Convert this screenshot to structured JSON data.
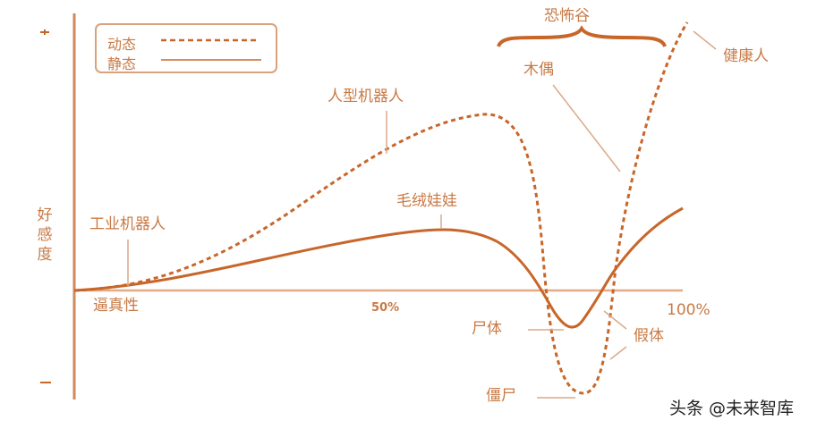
{
  "chart_data": {
    "type": "line",
    "title": "恐怖谷",
    "xlabel": "逼真性",
    "ylabel": "好感度",
    "x_ticks": [
      "50%",
      "100%"
    ],
    "y_ticks": [
      "+",
      "-"
    ],
    "xlim": [
      0,
      100
    ],
    "ylim": [
      -1,
      1
    ],
    "grid": false,
    "legend_position": "top-left",
    "series": [
      {
        "name": "动态",
        "style": "dashed",
        "x": [
          0,
          10,
          20,
          30,
          40,
          50,
          60,
          68,
          72,
          75,
          78,
          82,
          85,
          88,
          91,
          95,
          100
        ],
        "values": [
          0,
          0.03,
          0.1,
          0.2,
          0.34,
          0.5,
          0.6,
          0.66,
          0.55,
          0.1,
          -0.6,
          -0.88,
          -0.9,
          -0.6,
          0.1,
          0.6,
          1.0
        ]
      },
      {
        "name": "静态",
        "style": "solid",
        "x": [
          0,
          10,
          20,
          30,
          40,
          50,
          60,
          65,
          70,
          75,
          78,
          82,
          85,
          88,
          92,
          96,
          100
        ],
        "values": [
          0,
          0.02,
          0.06,
          0.12,
          0.17,
          0.21,
          0.23,
          0.22,
          0.15,
          0.03,
          -0.1,
          -0.3,
          -0.35,
          -0.25,
          0,
          0.18,
          0.32
        ]
      }
    ],
    "annotations": [
      {
        "text": "工业机器人",
        "x": 8,
        "y": 0.03
      },
      {
        "text": "人型机器人",
        "x": 51,
        "y": 0.5
      },
      {
        "text": "毛绒娃娃",
        "x": 61,
        "y": 0.23
      },
      {
        "text": "木偶",
        "x": 88,
        "y": 0.5
      },
      {
        "text": "恐怖谷",
        "x": 78,
        "y": 1.0
      },
      {
        "text": "健康人",
        "x": 100,
        "y": 1.0
      },
      {
        "text": "尸体",
        "x": 81,
        "y": -0.35
      },
      {
        "text": "假体",
        "x": 88,
        "y": -0.2
      },
      {
        "text": "僵尸",
        "x": 82,
        "y": -0.9
      }
    ]
  },
  "legend": {
    "dynamic": "动态",
    "static": "静态"
  },
  "axes": {
    "ylabel_chars": [
      "好",
      "感",
      "度"
    ],
    "xlabel": "逼真性",
    "tick_50": "50%",
    "tick_100": "100%",
    "y_plus": "+",
    "y_minus": "-"
  },
  "labels": {
    "industrial_robot": "工业机器人",
    "humanoid_robot": "人型机器人",
    "stuffed_animal": "毛绒娃娃",
    "bunraku_puppet": "木偶",
    "uncanny_valley": "恐怖谷",
    "healthy_person": "健康人",
    "corpse": "尸体",
    "prosthetic": "假体",
    "zombie": "僵尸"
  },
  "colors": {
    "line": "#c8662a",
    "text": "#c87a45",
    "axis": "#d08a5a",
    "leader": "#dba98a"
  },
  "watermark": "头条 @未来智库"
}
